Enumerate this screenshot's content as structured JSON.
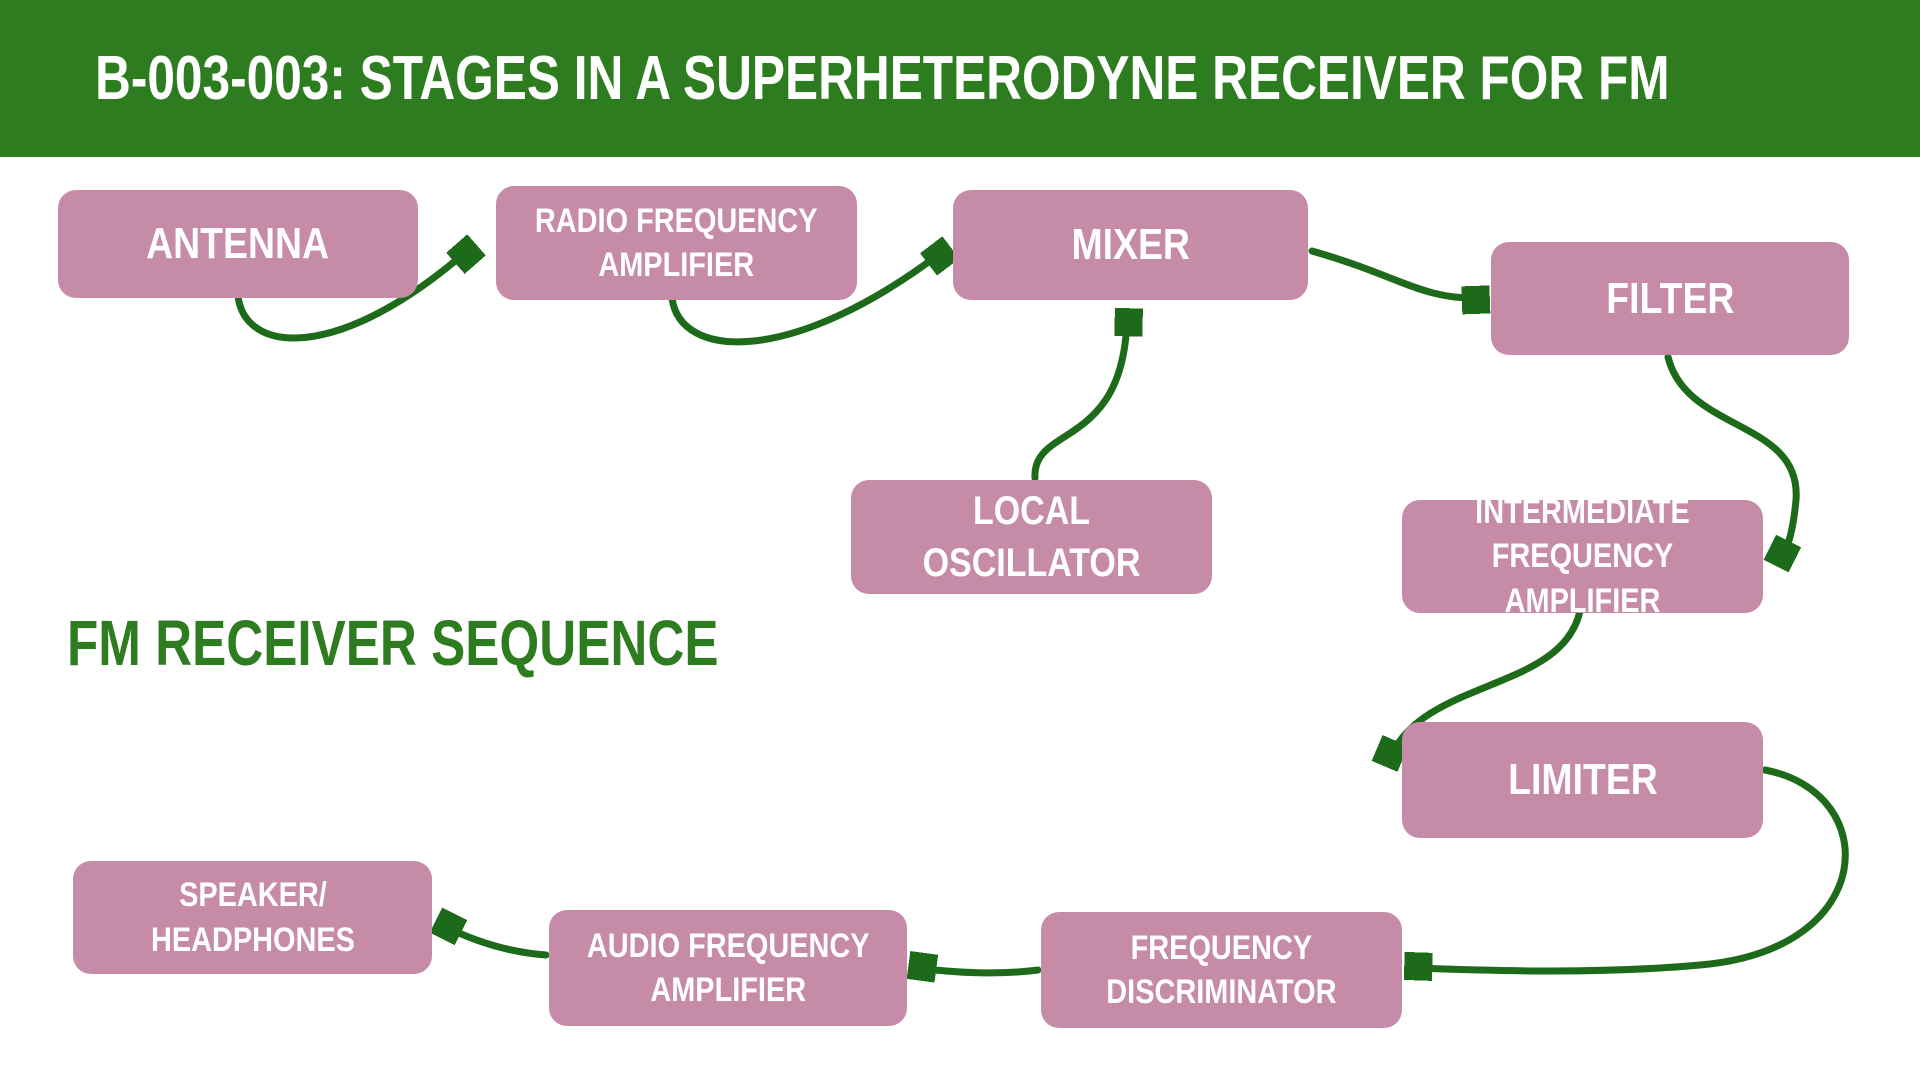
{
  "title": "B-003-003: STAGES IN A SUPERHETERODYNE RECEIVER FOR FM",
  "subtitle": "FM RECEIVER SEQUENCE",
  "colors": {
    "header_bg": "#2e7c20",
    "box_bg": "#c68ba6",
    "box_text": "#ffffff",
    "arrow": "#1d6b1a",
    "subtitle_text": "#2e7c20",
    "page_bg": "#ffffff"
  },
  "nodes": {
    "antenna": {
      "label": "ANTENNA"
    },
    "rf_amplifier": {
      "label": "RADIO FREQUENCY\nAMPLIFIER"
    },
    "mixer": {
      "label": "MIXER"
    },
    "filter": {
      "label": "FILTER"
    },
    "local_oscillator": {
      "label": "LOCAL OSCILLATOR"
    },
    "if_amplifier": {
      "label": "INTERMEDIATE\nFREQUENCY AMPLIFIER"
    },
    "limiter": {
      "label": "LIMITER"
    },
    "freq_discriminator": {
      "label": "FREQUENCY\nDISCRIMINATOR"
    },
    "af_amplifier": {
      "label": "AUDIO FREQUENCY\nAMPLIFIER"
    },
    "speaker": {
      "label": "SPEAKER/\nHEADPHONES"
    }
  },
  "connections": [
    {
      "from": "ANTENNA",
      "to": "RADIO FREQUENCY AMPLIFIER"
    },
    {
      "from": "RADIO FREQUENCY AMPLIFIER",
      "to": "MIXER"
    },
    {
      "from": "LOCAL OSCILLATOR",
      "to": "MIXER"
    },
    {
      "from": "MIXER",
      "to": "FILTER"
    },
    {
      "from": "FILTER",
      "to": "INTERMEDIATE FREQUENCY AMPLIFIER"
    },
    {
      "from": "INTERMEDIATE FREQUENCY AMPLIFIER",
      "to": "LIMITER"
    },
    {
      "from": "LIMITER",
      "to": "FREQUENCY DISCRIMINATOR"
    },
    {
      "from": "FREQUENCY DISCRIMINATOR",
      "to": "AUDIO FREQUENCY AMPLIFIER"
    },
    {
      "from": "AUDIO FREQUENCY AMPLIFIER",
      "to": "SPEAKER/HEADPHONES"
    }
  ]
}
